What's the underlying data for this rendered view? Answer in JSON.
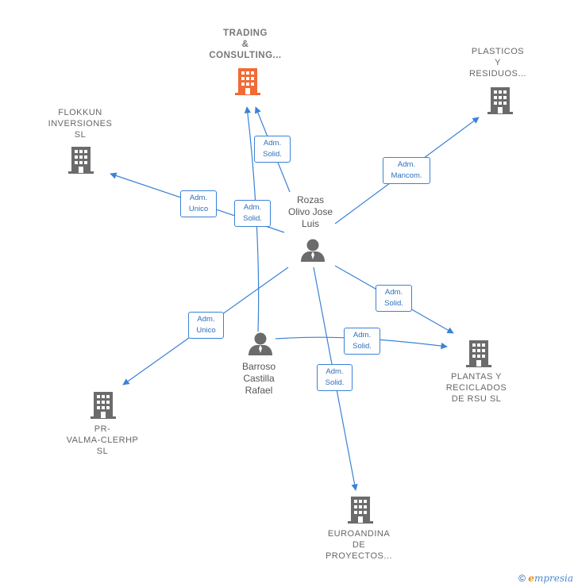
{
  "colors": {
    "edge": "#3b82d6",
    "company": "#6b6b6b",
    "focus_company": "#f26a35",
    "person": "#6b6b6b"
  },
  "companies": {
    "trading": "TRADING\n&\nCONSULTING...",
    "plasticos": "PLASTICOS\nY\nRESIDUOS...",
    "flokkun": "FLOKKUN\nINVERSIONES\nSL",
    "plantas": "PLANTAS Y\nRECICLADOS\nDE RSU  SL",
    "prvalma": "PR-\nVALMA-CLERHP\nSL",
    "euroandina": "EUROANDINA\nDE\nPROYECTOS..."
  },
  "people": {
    "rozas": "Rozas\nOlivo Jose\nLuis",
    "barroso": "Barroso\nCastilla\nRafael"
  },
  "edges": [
    {
      "from": "Rozas Olivo Jose Luis",
      "to": "TRADING & CONSULTING...",
      "label": "Adm.\nSolid."
    },
    {
      "from": "Rozas Olivo Jose Luis",
      "to": "PLASTICOS Y RESIDUOS...",
      "label": "Adm.\nMancom."
    },
    {
      "from": "Rozas Olivo Jose Luis",
      "to": "FLOKKUN INVERSIONES SL",
      "label": "Adm.\nUnico"
    },
    {
      "from": "Rozas Olivo Jose Luis",
      "to": "PLANTAS Y RECICLADOS DE RSU  SL",
      "label": "Adm.\nSolid."
    },
    {
      "from": "Rozas Olivo Jose Luis",
      "to": "PR-VALMA-CLERHP SL",
      "label": "Adm.\nUnico"
    },
    {
      "from": "Rozas Olivo Jose Luis",
      "to": "EUROANDINA DE PROYECTOS...",
      "label": "Adm.\nSolid."
    },
    {
      "from": "Barroso Castilla Rafael",
      "to": "TRADING & CONSULTING...",
      "label": "Adm.\nSolid."
    },
    {
      "from": "Barroso Castilla Rafael",
      "to": "PLANTAS Y RECICLADOS DE RSU  SL",
      "label": "Adm.\nSolid."
    }
  ],
  "footer": {
    "copyright": "©",
    "brand_first": "e",
    "brand_rest": "mpresia"
  }
}
